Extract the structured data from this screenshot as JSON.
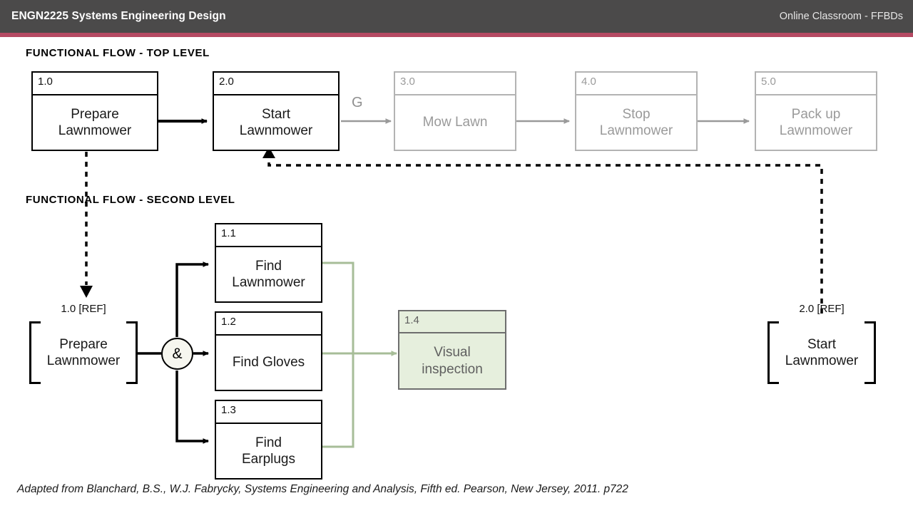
{
  "header": {
    "title": "ENGN2225 Systems Engineering Design",
    "right_label": "Online Classroom - FFBDs",
    "bar_color": "#4b4a4a",
    "stripe_color": "#b54a63"
  },
  "sections": {
    "top_level_heading": "FUNCTIONAL FLOW - TOP LEVEL",
    "second_level_heading": "FUNCTIONAL FLOW - SECOND LEVEL"
  },
  "top_level": {
    "blocks": [
      {
        "id": "1.0",
        "label": "Prepare\nLawnmower",
        "state": "active"
      },
      {
        "id": "2.0",
        "label": "Start\nLawnmower",
        "state": "active"
      },
      {
        "id": "3.0",
        "label": "Mow Lawn",
        "state": "greyed"
      },
      {
        "id": "4.0",
        "label": "Stop\nLawnmower",
        "state": "greyed"
      },
      {
        "id": "5.0",
        "label": "Pack up\nLawnmower",
        "state": "greyed"
      }
    ],
    "gate_label": "G"
  },
  "second_level": {
    "ref_in": {
      "id": "1.0 [REF]",
      "label": "Prepare\nLawnmower"
    },
    "ref_out": {
      "id": "2.0 [REF]",
      "label": "Start\nLawnmower"
    },
    "and_gate_symbol": "&",
    "blocks": [
      {
        "id": "1.1",
        "label": "Find\nLawnmower",
        "state": "active"
      },
      {
        "id": "1.2",
        "label": "Find Gloves",
        "state": "active"
      },
      {
        "id": "1.3",
        "label": "Find\nEarplugs",
        "state": "active"
      },
      {
        "id": "1.4",
        "label": "Visual\ninspection",
        "state": "green"
      }
    ]
  },
  "colors": {
    "active_line": "#000000",
    "greyed_line": "#9a9a9a",
    "green_line": "#a7bd98",
    "green_fill": "#e6efdd"
  },
  "footer": {
    "citation": "Adapted from Blanchard, B.S., W.J. Fabrycky, Systems Engineering and Analysis, Fifth ed. Pearson, New Jersey, 2011. p722"
  }
}
